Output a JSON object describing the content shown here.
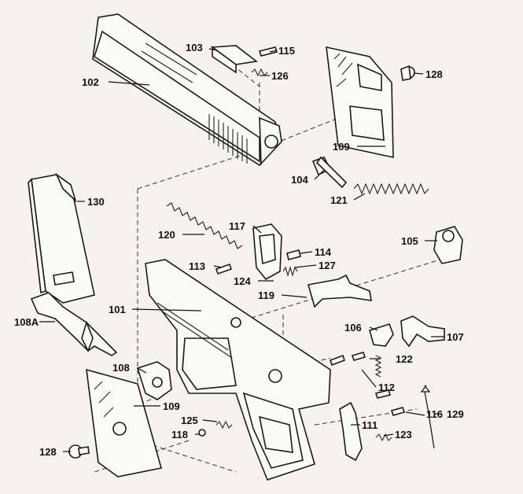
{
  "colors": {
    "ink": "#1a1a1a",
    "paper": "#f4f3ef"
  },
  "parts": [
    {
      "id": "p102",
      "label": "102"
    },
    {
      "id": "p103",
      "label": "103"
    },
    {
      "id": "p115",
      "label": "115"
    },
    {
      "id": "p126",
      "label": "126"
    },
    {
      "id": "p128a",
      "label": "128"
    },
    {
      "id": "p109a",
      "label": "109"
    },
    {
      "id": "p104",
      "label": "104"
    },
    {
      "id": "p121",
      "label": "121"
    },
    {
      "id": "p105",
      "label": "105"
    },
    {
      "id": "p130",
      "label": "130"
    },
    {
      "id": "p120",
      "label": "120"
    },
    {
      "id": "p117",
      "label": "117"
    },
    {
      "id": "p114",
      "label": "114"
    },
    {
      "id": "p113",
      "label": "113"
    },
    {
      "id": "p127",
      "label": "127"
    },
    {
      "id": "p124",
      "label": "124"
    },
    {
      "id": "p119",
      "label": "119"
    },
    {
      "id": "p101",
      "label": "101"
    },
    {
      "id": "p108A",
      "label": "108A"
    },
    {
      "id": "p106",
      "label": "106"
    },
    {
      "id": "p107",
      "label": "107"
    },
    {
      "id": "p122",
      "label": "122"
    },
    {
      "id": "p108",
      "label": "108"
    },
    {
      "id": "p112",
      "label": "112"
    },
    {
      "id": "p109b",
      "label": "109"
    },
    {
      "id": "p125",
      "label": "125"
    },
    {
      "id": "p116",
      "label": "116"
    },
    {
      "id": "p129",
      "label": "129"
    },
    {
      "id": "p111",
      "label": "111"
    },
    {
      "id": "p118",
      "label": "118"
    },
    {
      "id": "p123",
      "label": "123"
    },
    {
      "id": "p128b",
      "label": "128"
    }
  ]
}
